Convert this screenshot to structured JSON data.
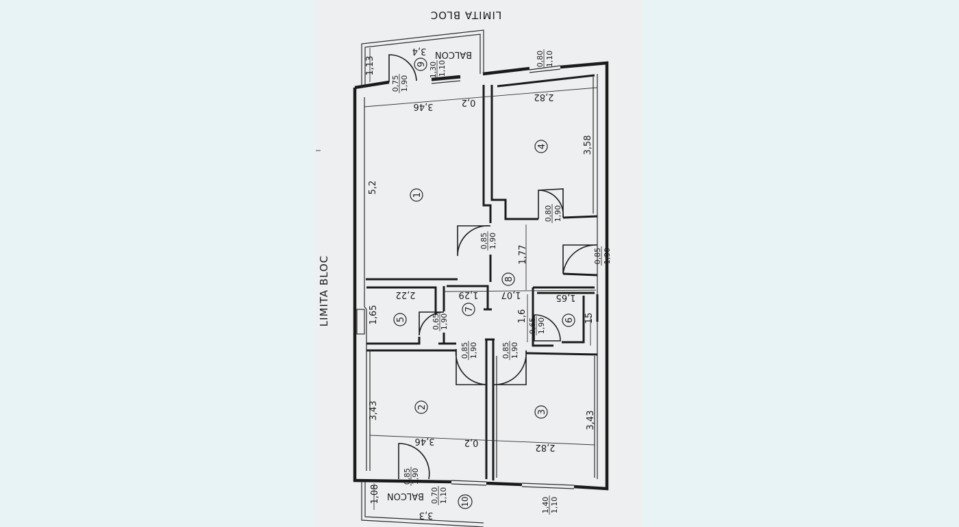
{
  "labels": {
    "limit_left": "LIMITA BLOC",
    "limit_top": "LIMITA BLOC",
    "balcony_top": "BALCON",
    "balcony_bottom": "BALCON"
  },
  "rooms": {
    "r1": "1",
    "r2": "2",
    "r3": "3",
    "r4": "4",
    "r5": "5",
    "r6": "6",
    "r7": "7",
    "r8": "8",
    "r9": "9",
    "r10": "10"
  },
  "dimensions": {
    "d_3_4": "3,4",
    "d_1_13": "1,13",
    "d_0_75": "0,75",
    "d_1_90_a": "1,90",
    "d_1_30": "1,30",
    "d_1_10_a": "1,10",
    "d_0_80_top": "0,80",
    "d_1_10_b": "1,10",
    "d_3_46_top": "3,46",
    "d_0_2_top": "0,2",
    "d_2_82_top": "2,82",
    "d_3_58": "3,58",
    "d_5_2": "5,2",
    "d_0_80_door": "0,80",
    "d_1_90_b": "1,90",
    "d_0_85_a": "0,85",
    "d_1_90_c": "1,90",
    "d_1_77": "1,77",
    "d_0_85_b": "0,85",
    "d_1_90_d": "1,90",
    "d_2_22": "2,22",
    "d_1_29": "1,29",
    "d_1_07": "1,07",
    "d_1_65_h": "1,65",
    "d_1_65_v": "1,65",
    "d_0_65_a": "0,65",
    "d_1_90_e": "1,90",
    "d_1_6": "1,6",
    "d_0_65_b": "0,65",
    "d_1_90_f": "1,90",
    "d_15": "15",
    "d_0_85_c": "0,85",
    "d_1_90_g": "1,90",
    "d_0_85_d": "0,85",
    "d_1_90_h": "1,90",
    "d_3_43_left": "3,43",
    "d_3_43_right": "3,43",
    "d_3_46_bot": "3,46",
    "d_0_2_bot": "0,2",
    "d_2_82_bot": "2,82",
    "d_0_85_e": "0,85",
    "d_1_90_i": "1,90",
    "d_0_70": "0,70",
    "d_1_10_c": "1,10",
    "d_1_08": "1,08",
    "d_1_40": "1,40",
    "d_1_10_d": "1,10",
    "d_3_3": "3,3"
  }
}
